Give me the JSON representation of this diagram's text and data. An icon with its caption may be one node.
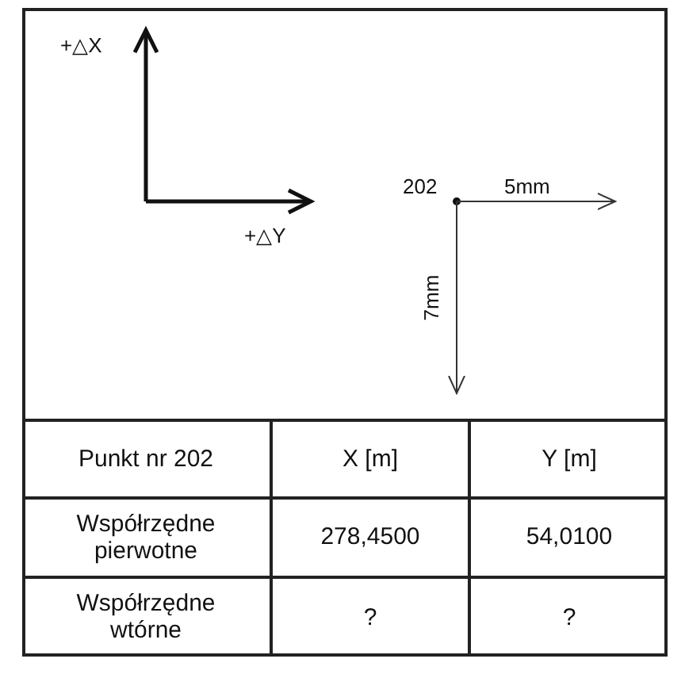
{
  "diagram": {
    "labels": [
      "+△X",
      "+△Y",
      "202",
      "5mm",
      "7mm",
      "Punkt nr 202",
      "X [m]",
      "Y [m]",
      "Współrzędne pierwotne",
      "278,4500",
      "54,0100",
      "Współrzędne wtórne",
      "?",
      "?"
    ]
  }
}
